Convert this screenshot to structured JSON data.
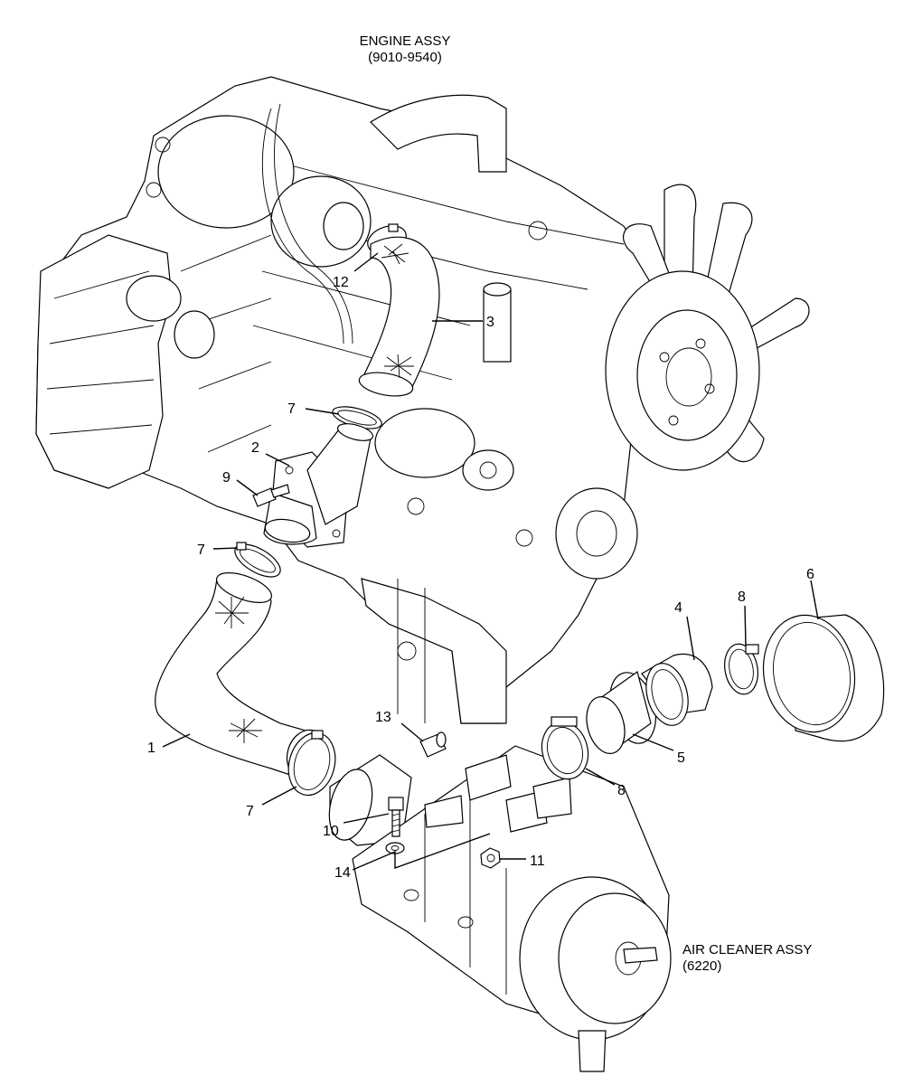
{
  "captions": {
    "engine_title": "ENGINE ASSY",
    "engine_code": "(9010-9540)",
    "air_cleaner_title": "AIR CLEANER ASSY",
    "air_cleaner_code": "(6220)"
  },
  "callouts": [
    "12",
    "3",
    "7",
    "2",
    "9",
    "7",
    "4",
    "8",
    "6",
    "13",
    "1",
    "5",
    "8",
    "7",
    "10",
    "14",
    "11"
  ]
}
